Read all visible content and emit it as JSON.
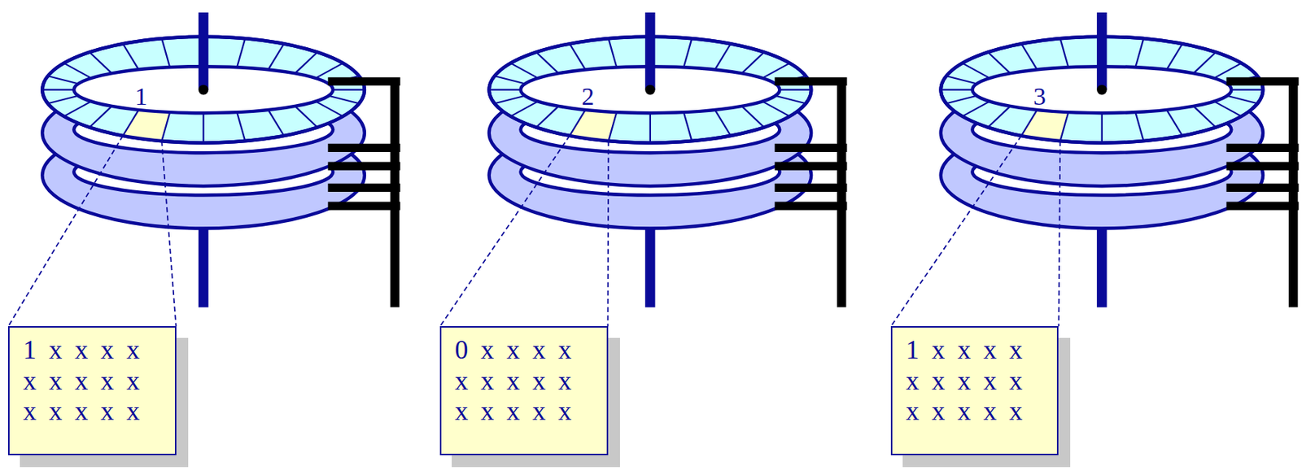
{
  "diagram": {
    "nodes": [
      {
        "text": [
          "1 x x x x x x x x x x x x x x"
        ]
      },
      {
        "text": [
          "0 x x x x x x x x x x x x x x"
        ]
      },
      {
        "text": [
          "1 x x x x x x x x x x x x x x"
        ]
      }
    ],
    "labels": [
      "1",
      "2",
      "3"
    ]
  }
}
